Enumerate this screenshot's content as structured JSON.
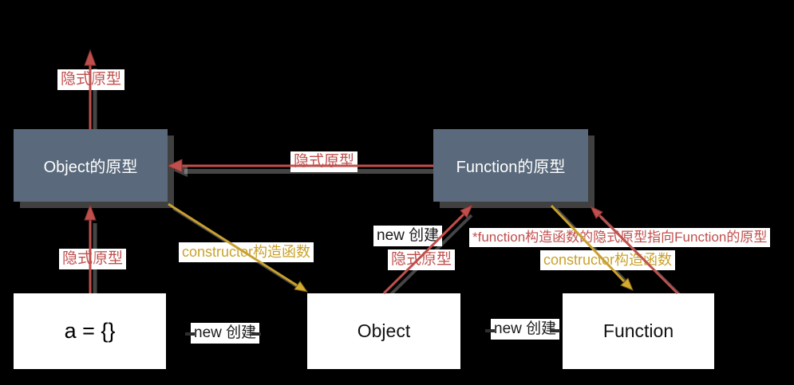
{
  "diagram": {
    "topic": "JavaScript prototype chain diagram",
    "nodes": {
      "object_prototype": {
        "label": "Object的原型"
      },
      "function_prototype": {
        "label": "Function的原型"
      },
      "a_object": {
        "label": "a = {}"
      },
      "object_fn": {
        "label": "Object"
      },
      "function_fn": {
        "label": "Function"
      }
    },
    "labels": {
      "implicit_prototype_top": "隐式原型",
      "implicit_prototype_between": "隐式原型",
      "implicit_prototype_a": "隐式原型",
      "constructor_object": "constructor构造函数",
      "new_create_mid": "new 创建",
      "implicit_prototype_object": "隐式原型",
      "function_note": "*function构造函数的隐式原型指向Function的原型",
      "constructor_function": "constructor构造函数",
      "new_create_bottom_left": "new 创建",
      "new_create_bottom_right": "new 创建"
    },
    "colors": {
      "background": "#000000",
      "node_fill": "#5a6a7c",
      "node_text": "#ffffff",
      "white_node_fill": "#ffffff",
      "arrow_red": "#bf4f4c",
      "arrow_gold": "#c9a22c",
      "label_black": "#1a1a1a"
    }
  }
}
